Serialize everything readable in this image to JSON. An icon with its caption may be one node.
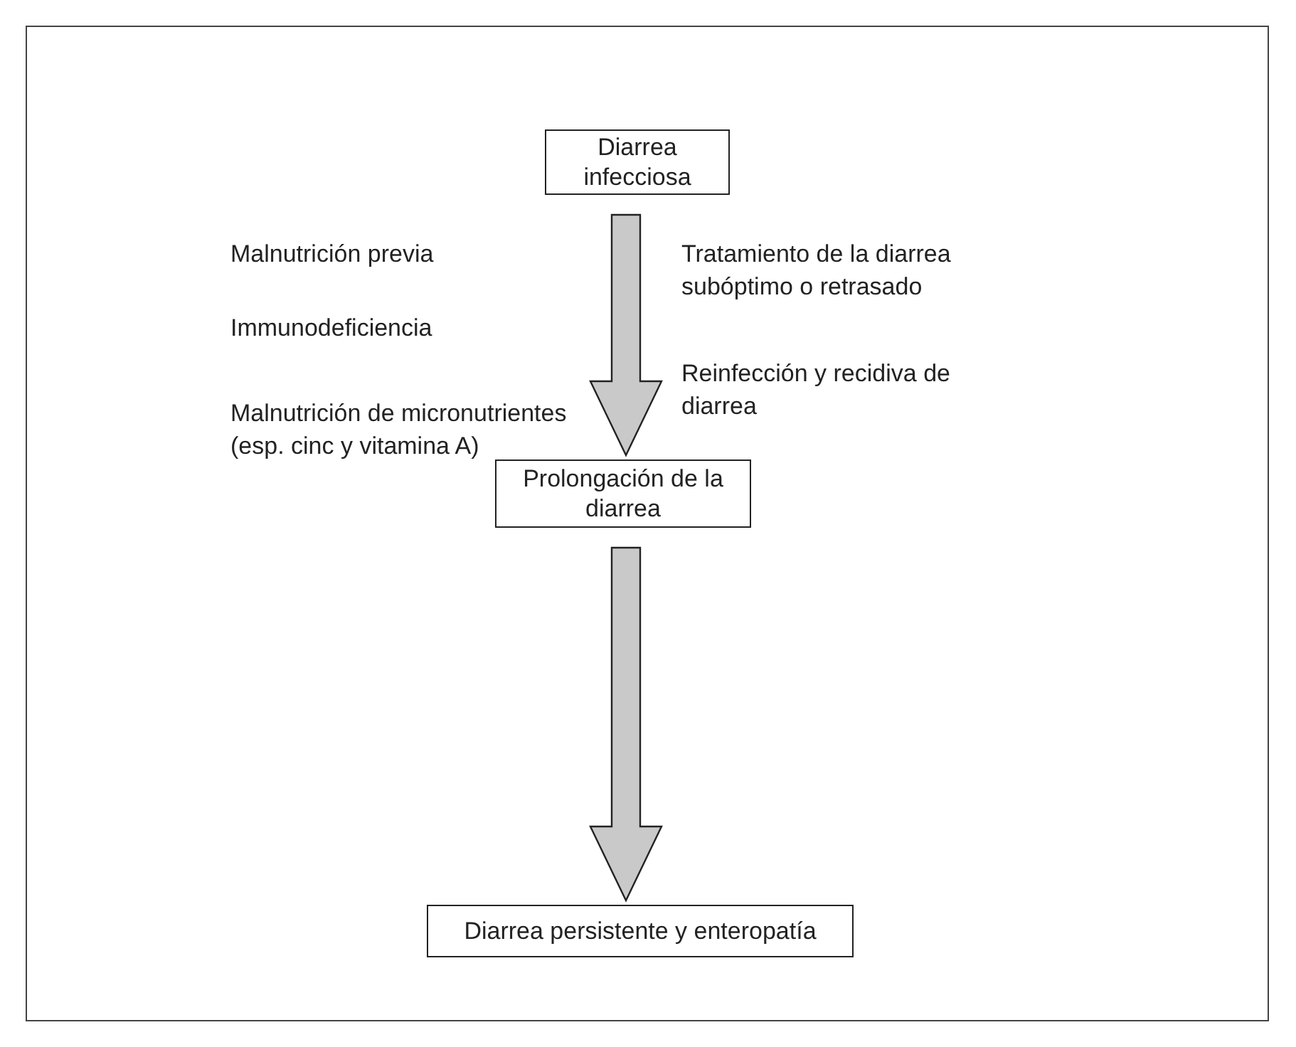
{
  "diagram": {
    "nodes": [
      {
        "text": [
          "Diarrea infecciosa"
        ]
      },
      {
        "text": [
          "Prolongación de la diarrea"
        ]
      },
      {
        "text": [
          "Diarrea persistente y enteropatía"
        ]
      }
    ],
    "edges": [
      {
        "from": 0,
        "to": 1,
        "arrow": "to"
      },
      {
        "from": 1,
        "to": 2,
        "arrow": "to"
      }
    ],
    "labels": [
      "Malnutrición previa",
      "Tratamiento de la diarrea subóptimo o retrasado",
      "Immunodeficiencia",
      "Reinfección y recidiva de diarrea",
      "Malnutrición de micronutrientes (esp. cinc y vitamina A)"
    ]
  }
}
